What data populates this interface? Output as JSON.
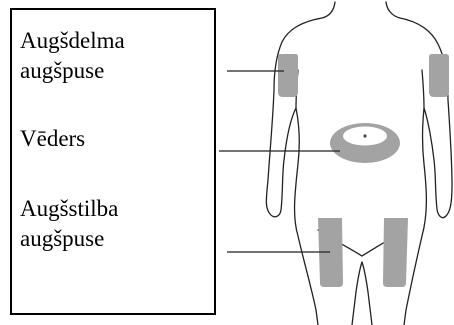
{
  "labels": {
    "upper_arm": "Augšdelma\naugšpuse",
    "abdomen": "Vēders",
    "thigh": "Augšstilba\naugšpuse"
  },
  "colors": {
    "outline": "#222222",
    "site_fill": "#a3a3a3",
    "pointer": "#222222"
  }
}
